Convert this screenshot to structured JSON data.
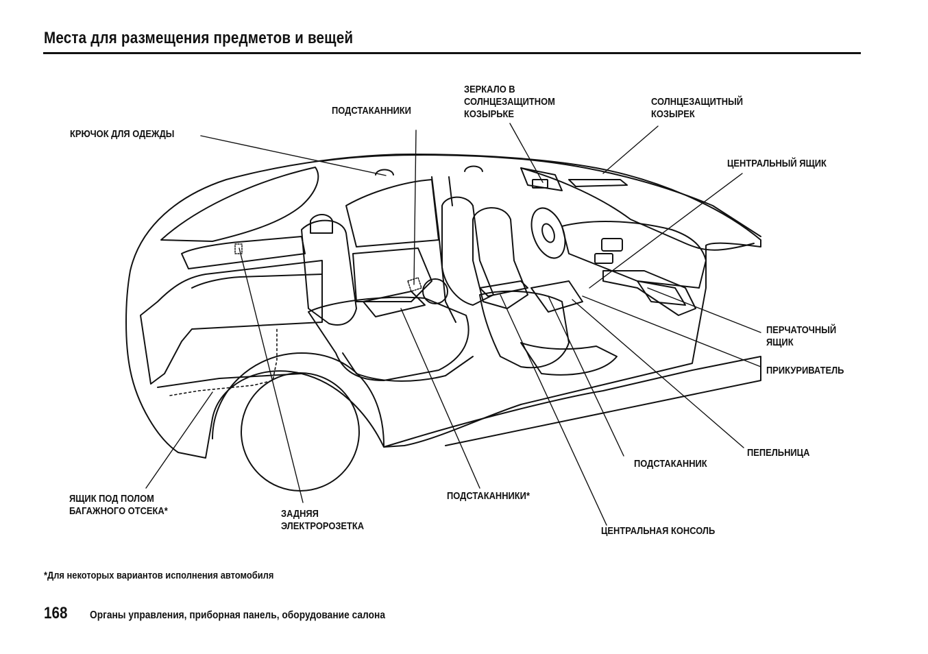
{
  "page": {
    "title": "Места для размещения предметов и вещей",
    "footnote": "*Для некоторых вариантов исполнения автомобиля",
    "page_number": "168",
    "section_title": "Органы управления, приборная панель, оборудование салона"
  },
  "labels": {
    "coat_hook": "КРЮЧОК ДЛЯ ОДЕЖДЫ",
    "cup_holders_top": "ПОДСТАКАННИКИ",
    "vanity_mirror": [
      "ЗЕРКАЛО В",
      "СОЛНЦЕЗАЩИТНОМ",
      "КОЗЫРЬКЕ"
    ],
    "sun_visor": [
      "СОЛНЦЕЗАЩИТНЫЙ",
      "КОЗЫРЕК"
    ],
    "console_box": "ЦЕНТРАЛЬНЫЙ ЯЩИК",
    "glove_box": [
      "ПЕРЧАТОЧНЫЙ",
      "ЯЩИК"
    ],
    "cigarette_lighter": "ПРИКУРИВАТЕЛЬ",
    "ashtray": "ПЕПЕЛЬНИЦА",
    "cup_holder": "ПОДСТАКАННИК",
    "center_console": "ЦЕНТРАЛЬНАЯ КОНСОЛЬ",
    "rear_cup_holders": "ПОДСТАКАННИКИ*",
    "rear_power_outlet": [
      "ЗАДНЯЯ",
      "ЭЛЕКТРОРОЗЕТКА"
    ],
    "cargo_underfloor_box": [
      "ЯЩИК ПОД ПОЛОМ",
      "БАГАЖНОГО ОТСЕКА*"
    ]
  }
}
